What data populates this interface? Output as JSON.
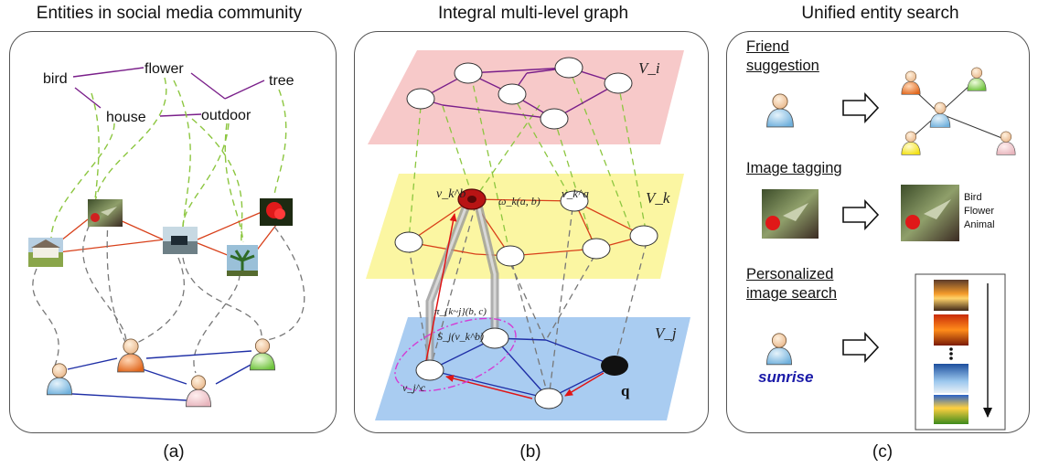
{
  "panels": {
    "a": {
      "title": "Entities in social media community",
      "label": "(a)",
      "tags": [
        "bird",
        "flower",
        "tree",
        "house",
        "outdoor"
      ]
    },
    "b": {
      "title": "Integral multi-level graph",
      "label": "(b)",
      "layers": {
        "top": "V_i",
        "middle": "V_k",
        "bottom": "V_j"
      },
      "annotations": {
        "vkb": "v_k^b",
        "vka": "v_k^a",
        "omega": "ω_k(a, b)",
        "pi": "π_{k~j}(b, c)",
        "sj": "S_j(v_k^b)",
        "vjc": "v_j^c",
        "q": "q"
      }
    },
    "c": {
      "title": "Unified entity search",
      "label": "(c)",
      "friend_suggestion": [
        "Friend",
        "suggestion"
      ],
      "image_tagging": "Image tagging",
      "tags": [
        "Bird",
        "Flower",
        "Animal"
      ],
      "personalized_search": [
        "Personalized",
        "image search"
      ],
      "query": "sunrise",
      "dots": "⋮"
    }
  },
  "colors": {
    "tag_line": "#7a1f8a",
    "image_line": "#d8401a",
    "user_line": "#1f2fa6",
    "green_dash": "#8cc63f",
    "gray_dash": "#777777",
    "layer_top": "#f7c9c9",
    "layer_mid": "#fbf6a2",
    "layer_bot": "#a9ccf1",
    "arrow_red": "#e01515"
  }
}
